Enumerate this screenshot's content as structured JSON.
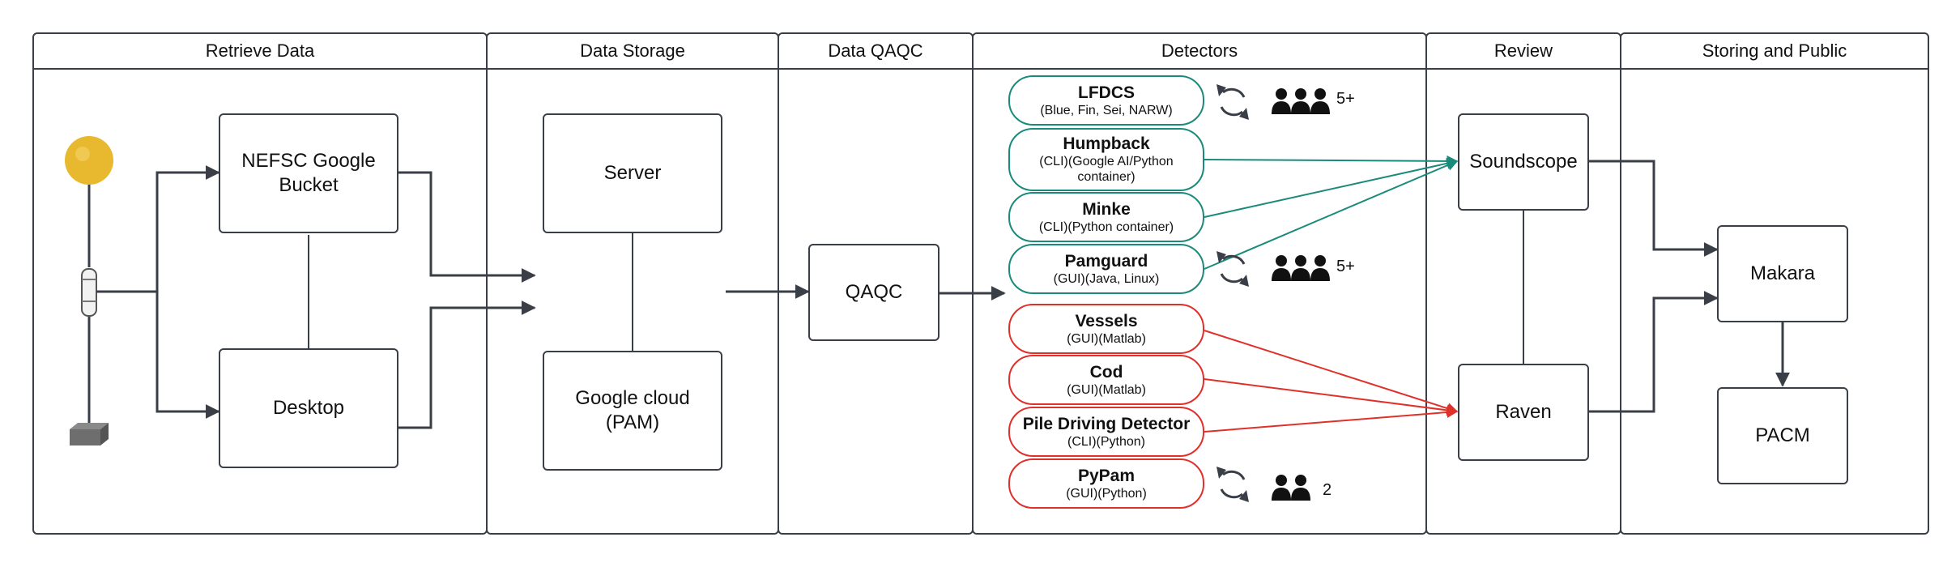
{
  "lanes": [
    {
      "title": "Retrieve Data"
    },
    {
      "title": "Data Storage"
    },
    {
      "title": "Data QAQC"
    },
    {
      "title": "Detectors"
    },
    {
      "title": "Review"
    },
    {
      "title": "Storing and Public"
    }
  ],
  "retrieve": {
    "bucket": "NEFSC Google Bucket",
    "desktop": "Desktop"
  },
  "storage": {
    "server": "Server",
    "cloud": "Google cloud (PAM)"
  },
  "qaqc": {
    "box": "QAQC"
  },
  "detectors": [
    {
      "name": "LFDCS",
      "sub": "(Blue, Fin, Sei, NARW)",
      "group": "teal"
    },
    {
      "name": "Humpback",
      "sub": "(CLI)(Google AI/Python container)",
      "group": "teal"
    },
    {
      "name": "Minke",
      "sub": "(CLI)(Python container)",
      "group": "teal"
    },
    {
      "name": "Pamguard",
      "sub": "(GUI)(Java, Linux)",
      "group": "teal"
    },
    {
      "name": "Vessels",
      "sub": "(GUI)(Matlab)",
      "group": "red"
    },
    {
      "name": "Cod",
      "sub": "(GUI)(Matlab)",
      "group": "red"
    },
    {
      "name": "Pile Driving Detector",
      "sub": "(CLI)(Python)",
      "group": "red"
    },
    {
      "name": "PyPam",
      "sub": "(GUI)(Python)",
      "group": "red"
    }
  ],
  "user_counts": {
    "lfdcs": "5+",
    "pamguard": "5+",
    "pypam": "2"
  },
  "review": {
    "soundscope": "Soundscope",
    "raven": "Raven"
  },
  "public": {
    "makara": "Makara",
    "pacm": "PACM"
  },
  "colors": {
    "teal": "#1a8a7a",
    "red": "#e0302a",
    "line": "#3a3f47",
    "buoy": "#e8b92e"
  },
  "icons": [
    "buoy-icon",
    "hydrophone-icon",
    "anchor-weight-icon",
    "refresh-icon",
    "users-icon"
  ]
}
